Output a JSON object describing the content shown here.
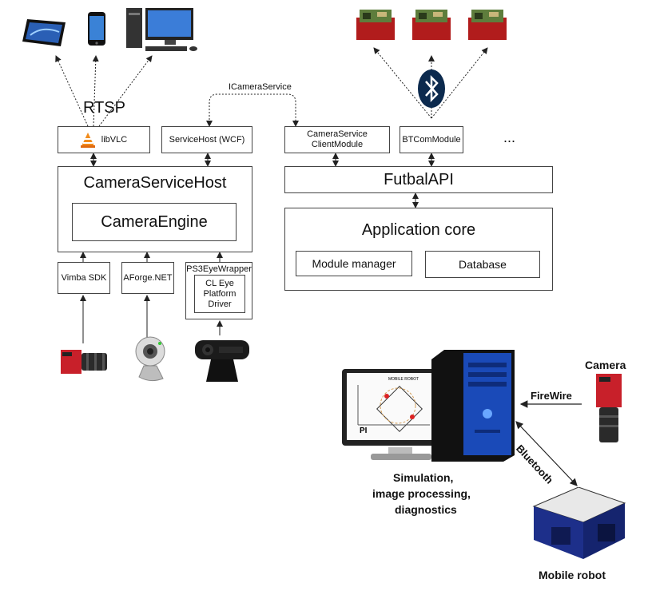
{
  "diagram": {
    "rtsp": "RTSP",
    "icamera_service": "ICameraService",
    "ellipsis": "...",
    "boxes": {
      "libvlc": "libVLC",
      "service_host": "ServiceHost (WCF)",
      "camera_service_client_l1": "CameraService",
      "camera_service_client_l2": "ClientModule",
      "bt_com_module": "BTComModule",
      "camera_service_host": "CameraServiceHost",
      "camera_engine": "CameraEngine",
      "futbal_api": "FutbalAPI",
      "application_core": "Application core",
      "module_manager": "Module manager",
      "database": "Database",
      "vimba_sdk": "Vimba SDK",
      "aforge_net": "AForge.NET",
      "ps3_eye_wrapper": "PS3EyeWrapper",
      "cl_eye_l1": "CL Eye",
      "cl_eye_l2": "Platform",
      "cl_eye_l3": "Driver"
    },
    "photo": {
      "camera": "Camera",
      "firewire": "FireWire",
      "bluetooth": "Bluetooth",
      "caption_l1": "Simulation,",
      "caption_l2": "image processing,",
      "caption_l3": "diagnostics",
      "mobile_robot": "Mobile robot",
      "screen_title": "MOBILE ROBOT",
      "screen_pi": "PI"
    }
  }
}
